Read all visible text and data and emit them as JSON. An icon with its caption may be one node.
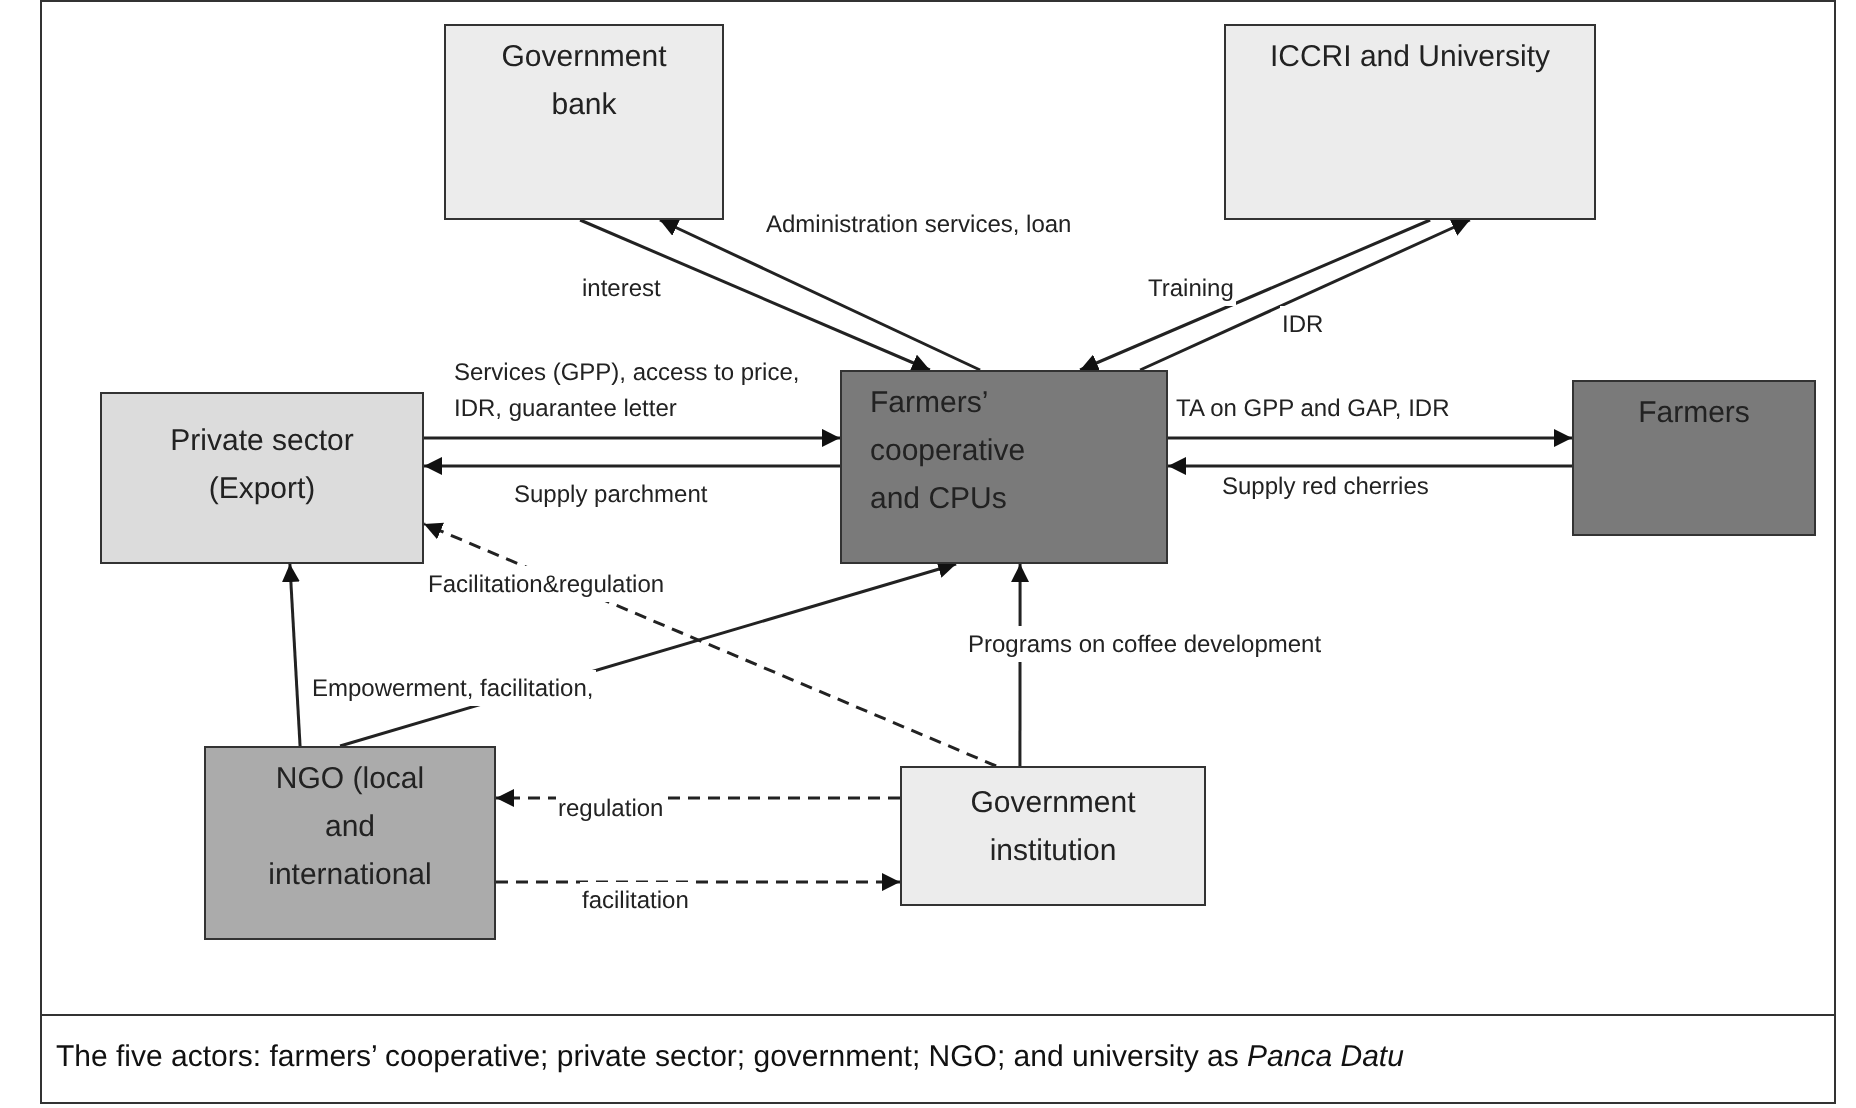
{
  "diagram": {
    "caption": "The five actors: farmers’ cooperative; private sector; government; NGO; and university as *Panca Datu*",
    "nodes": [
      {
        "text": [
          "Government bank"
        ]
      },
      {
        "text": [
          "ICCRI and University"
        ]
      },
      {
        "text": [
          "Private sector (Export)"
        ]
      },
      {
        "text": [
          "Farmers’ cooperative and CPUs"
        ]
      },
      {
        "text": [
          "Farmers"
        ]
      },
      {
        "text": [
          "NGO (local and international"
        ]
      },
      {
        "text": [
          "Government institution"
        ]
      }
    ],
    "edges": [
      {
        "from": 3,
        "to": 0,
        "arrow": "to",
        "label": "Administration services, loan"
      },
      {
        "from": 0,
        "to": 3,
        "arrow": "to",
        "label": "interest"
      },
      {
        "from": 1,
        "to": 3,
        "arrow": "to",
        "label": "Training"
      },
      {
        "from": 3,
        "to": 1,
        "arrow": "to",
        "label": "IDR"
      },
      {
        "from": 2,
        "to": 3,
        "arrow": "to",
        "label": "Services (GPP), access to price, IDR, guarantee letter"
      },
      {
        "from": 3,
        "to": 2,
        "arrow": "to",
        "label": "Supply parchment"
      },
      {
        "from": 3,
        "to": 4,
        "arrow": "to",
        "label": "TA on GPP and GAP, IDR"
      },
      {
        "from": 4,
        "to": 3,
        "arrow": "to",
        "label": "Supply red cherries"
      },
      {
        "from": 6,
        "to": 2,
        "arrow": "to",
        "label": "Facilitation&regulation",
        "style": "dashed"
      },
      {
        "from": 5,
        "to": 2,
        "arrow": "to"
      },
      {
        "from": 5,
        "to": 3,
        "arrow": "to",
        "label": "Empowerment, facilitation,"
      },
      {
        "from": 6,
        "to": 3,
        "arrow": "to",
        "label": "Programs on coffee development"
      },
      {
        "from": 6,
        "to": 5,
        "arrow": "to",
        "label": "regulation",
        "style": "dashed"
      },
      {
        "from": 5,
        "to": 6,
        "arrow": "to",
        "label": "facilitation",
        "style": "dashed"
      }
    ]
  }
}
